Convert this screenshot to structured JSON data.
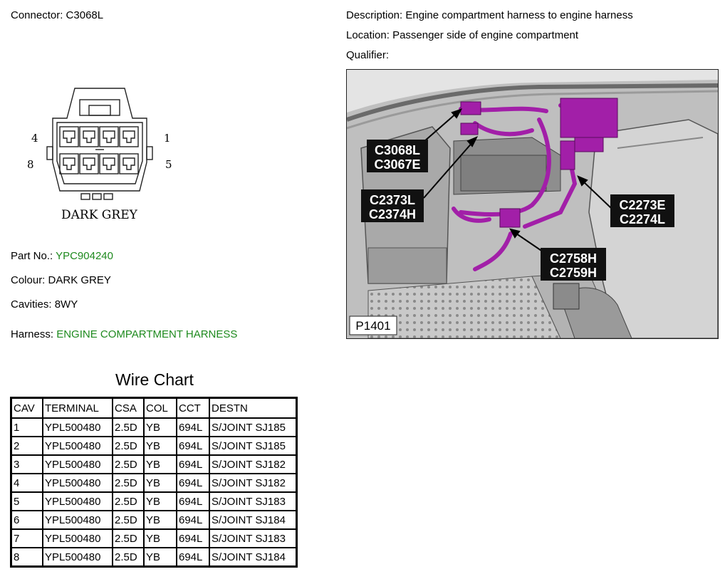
{
  "header": {
    "connector_label": "Connector:",
    "connector_value": "C3068L",
    "description_label": "Description:",
    "description_value": "Engine compartment harness to engine harness",
    "location_label": "Location:",
    "location_value": "Passenger side of engine compartment",
    "qualifier_label": "Qualifier:",
    "qualifier_value": ""
  },
  "diagram": {
    "pin_top_left": "4",
    "pin_top_right": "1",
    "pin_bottom_left": "8",
    "pin_bottom_right": "5",
    "colour_caption": "DARK GREY"
  },
  "details": {
    "part_no_label": "Part No.:",
    "part_no_value": "YPC904240",
    "colour_label": "Colour:",
    "colour_value": "DARK GREY",
    "cavities_label": "Cavities:",
    "cavities_value": "8WY",
    "harness_label": "Harness:",
    "harness_value": "ENGINE COMPARTMENT HARNESS",
    "highlight_color": "#1e8a1e"
  },
  "photo": {
    "callout_1": [
      "C3068L",
      "C3067E"
    ],
    "callout_2": [
      "C2373L",
      "C2374H"
    ],
    "callout_3": [
      "C2273E",
      "C2274L"
    ],
    "callout_4": [
      "C2758H",
      "C2759H"
    ],
    "figure_id": "P1401",
    "harness_color": "#a21fa8"
  },
  "wire_chart": {
    "title": "Wire Chart",
    "columns": [
      "CAV",
      "TERMINAL",
      "CSA",
      "COL",
      "CCT",
      "DESTN"
    ],
    "rows": [
      [
        "1",
        "YPL500480",
        "2.5D",
        "YB",
        "694L",
        "S/JOINT SJ185"
      ],
      [
        "2",
        "YPL500480",
        "2.5D",
        "YB",
        "694L",
        "S/JOINT SJ185"
      ],
      [
        "3",
        "YPL500480",
        "2.5D",
        "YB",
        "694L",
        "S/JOINT SJ182"
      ],
      [
        "4",
        "YPL500480",
        "2.5D",
        "YB",
        "694L",
        "S/JOINT SJ182"
      ],
      [
        "5",
        "YPL500480",
        "2.5D",
        "YB",
        "694L",
        "S/JOINT SJ183"
      ],
      [
        "6",
        "YPL500480",
        "2.5D",
        "YB",
        "694L",
        "S/JOINT SJ184"
      ],
      [
        "7",
        "YPL500480",
        "2.5D",
        "YB",
        "694L",
        "S/JOINT SJ183"
      ],
      [
        "8",
        "YPL500480",
        "2.5D",
        "YB",
        "694L",
        "S/JOINT SJ184"
      ]
    ]
  }
}
